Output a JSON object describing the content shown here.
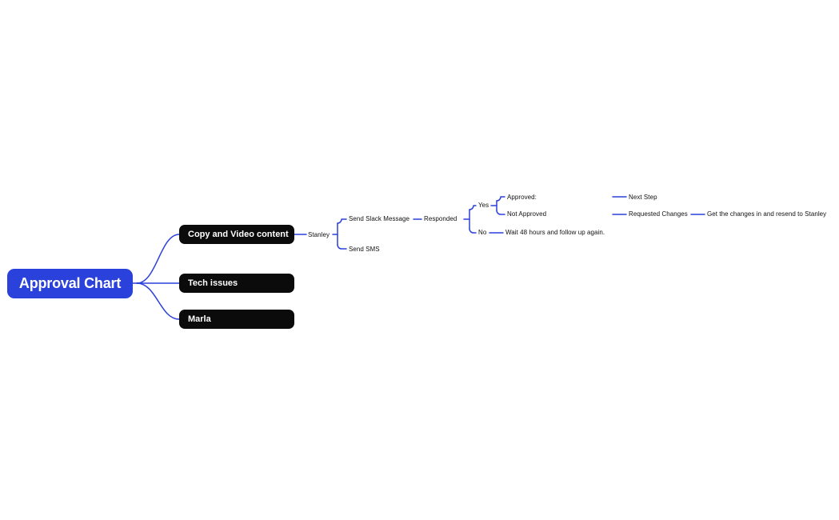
{
  "canvas": {
    "background": "#ffffff",
    "accent_blue": "#2b41db",
    "node_black": "#0b0b0b",
    "text_dark": "#111111",
    "text_white": "#ffffff"
  },
  "mindmap": {
    "root": {
      "label": "Approval Chart"
    },
    "branches": [
      {
        "label": "Copy and Video content"
      },
      {
        "label": "Tech issues"
      },
      {
        "label": "Marla"
      }
    ],
    "leaves": {
      "stanley": "Stanley",
      "send_slack_message": "Send Slack Message",
      "send_sms": "Send SMS",
      "responded": "Responded",
      "yes": "Yes",
      "no": "No",
      "approved": "Approved:",
      "not_approved": "Not Approved",
      "wait_follow_up": "Wait 48 hours and follow up again.",
      "next_step": "Next Step",
      "requested_changes": "Requested Changes",
      "get_changes": "Get the changes in and resend to Stanley"
    }
  }
}
